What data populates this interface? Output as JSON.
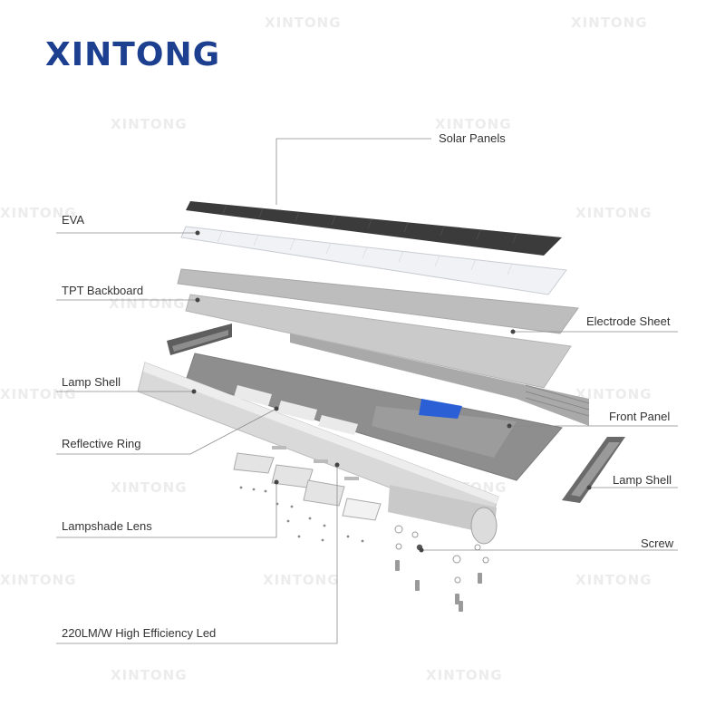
{
  "brand": {
    "logo_text": "XINTONG",
    "watermark_text": "XINTONG",
    "color": "#1d3f8f"
  },
  "labels": {
    "solar_panels": "Solar Panels",
    "eva": "EVA",
    "tpt_backboard": "TPT Backboard",
    "electrode_sheet": "Electrode Sheet",
    "lamp_shell_left": "Lamp Shell",
    "front_panel": "Front Panel",
    "reflective_ring": "Reflective Ring",
    "lamp_shell_right": "Lamp Shell",
    "lampshade_lens": "Lampshade Lens",
    "screw": "Screw",
    "led": "220LM/W High Efficiency Led"
  },
  "colors": {
    "solar_panel": "#3b3b3b",
    "eva": "#e6e8ec",
    "tpt": "#b9b9b9",
    "electrode": "#c6c6c6",
    "front_panel": "#8e8e8e",
    "accent_blue": "#2a5fd6",
    "leader_line": "#8a8a8a"
  }
}
